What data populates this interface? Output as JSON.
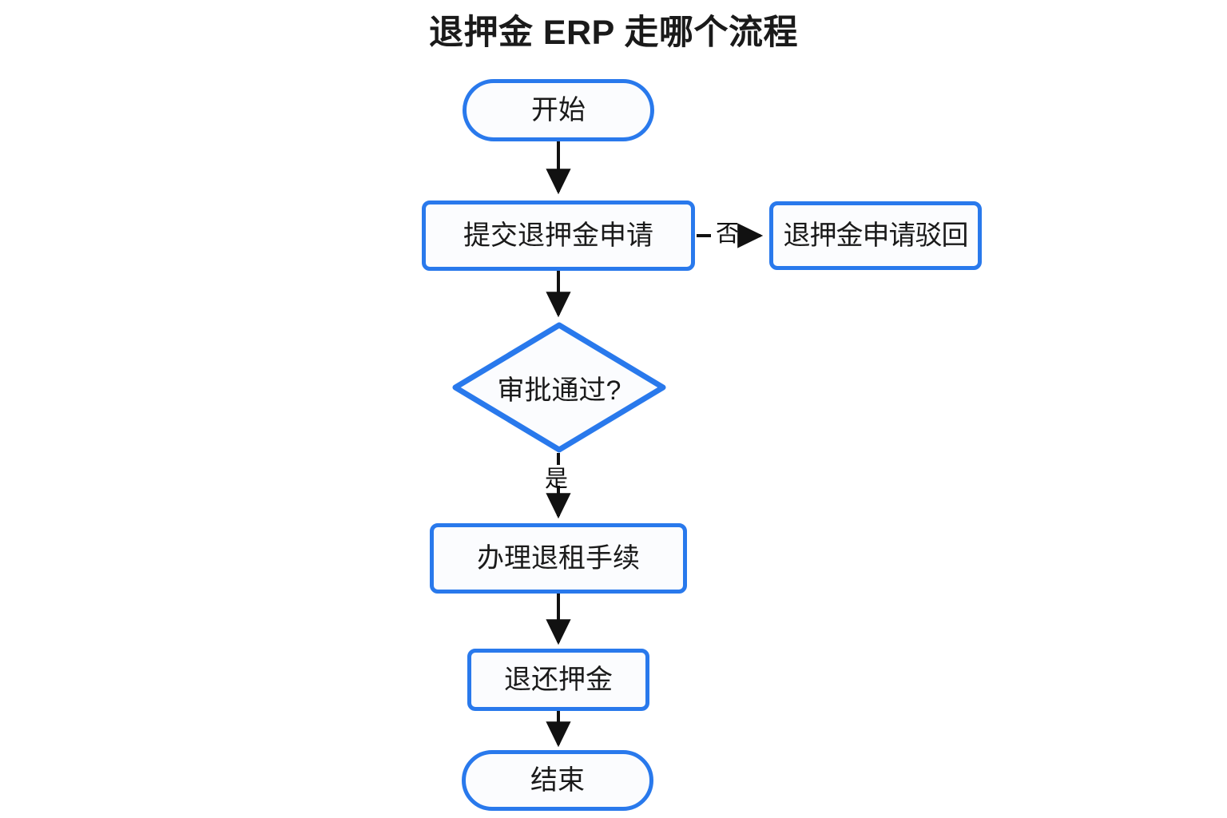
{
  "diagram": {
    "title": "退押金 ERP 走哪个流程",
    "type": "flowchart",
    "direction": "top-down",
    "colors": {
      "node_border": "#2979ec",
      "node_fill": "#fbfcfe",
      "edge": "#111111",
      "text": "#1a1a1a",
      "background": "#ffffff"
    },
    "nodes": [
      {
        "id": "start",
        "label": "开始",
        "shape": "stadium"
      },
      {
        "id": "submit",
        "label": "提交退押金申请",
        "shape": "process"
      },
      {
        "id": "reject",
        "label": "退押金申请驳回",
        "shape": "process"
      },
      {
        "id": "approve",
        "label": "审批通过?",
        "shape": "decision"
      },
      {
        "id": "process",
        "label": "办理退租手续",
        "shape": "process"
      },
      {
        "id": "refund",
        "label": "退还押金",
        "shape": "process"
      },
      {
        "id": "end",
        "label": "结束",
        "shape": "stadium"
      }
    ],
    "edges": [
      {
        "from": "start",
        "to": "submit",
        "label": ""
      },
      {
        "from": "submit",
        "to": "reject",
        "label": "否"
      },
      {
        "from": "submit",
        "to": "approve",
        "label": ""
      },
      {
        "from": "approve",
        "to": "process",
        "label": "是"
      },
      {
        "from": "process",
        "to": "refund",
        "label": ""
      },
      {
        "from": "refund",
        "to": "end",
        "label": ""
      }
    ],
    "edge_labels": {
      "no": "否",
      "yes": "是"
    }
  }
}
